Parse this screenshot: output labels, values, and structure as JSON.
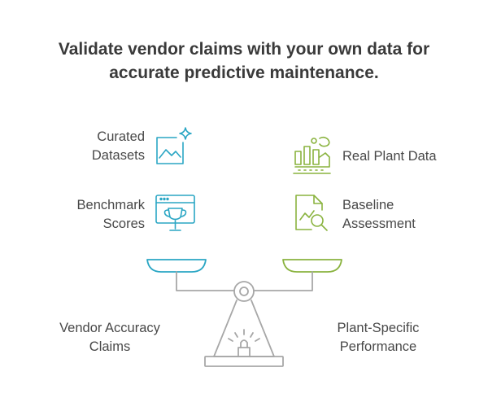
{
  "title": {
    "line1": "Validate vendor claims with your own data for",
    "line2": "accurate predictive maintenance."
  },
  "left": {
    "items": [
      {
        "line1": "Curated",
        "line2": "Datasets",
        "icon": "image-sparkle-icon"
      },
      {
        "line1": "Benchmark",
        "line2": "Scores",
        "icon": "trophy-window-icon"
      }
    ],
    "side_label": {
      "line1": "Vendor Accuracy",
      "line2": "Claims"
    }
  },
  "right": {
    "items": [
      {
        "line1": "Real Plant Data",
        "icon": "factory-icon"
      },
      {
        "line1": "Baseline",
        "line2": "Assessment",
        "icon": "chart-magnifier-icon"
      }
    ],
    "side_label": {
      "line1": "Plant-Specific",
      "line2": "Performance"
    }
  },
  "colors": {
    "left_accent": "#2aa6c4",
    "right_accent": "#8ab33f",
    "scale": "#a7a7a7",
    "text": "#484848",
    "title": "#3a3a3a"
  }
}
